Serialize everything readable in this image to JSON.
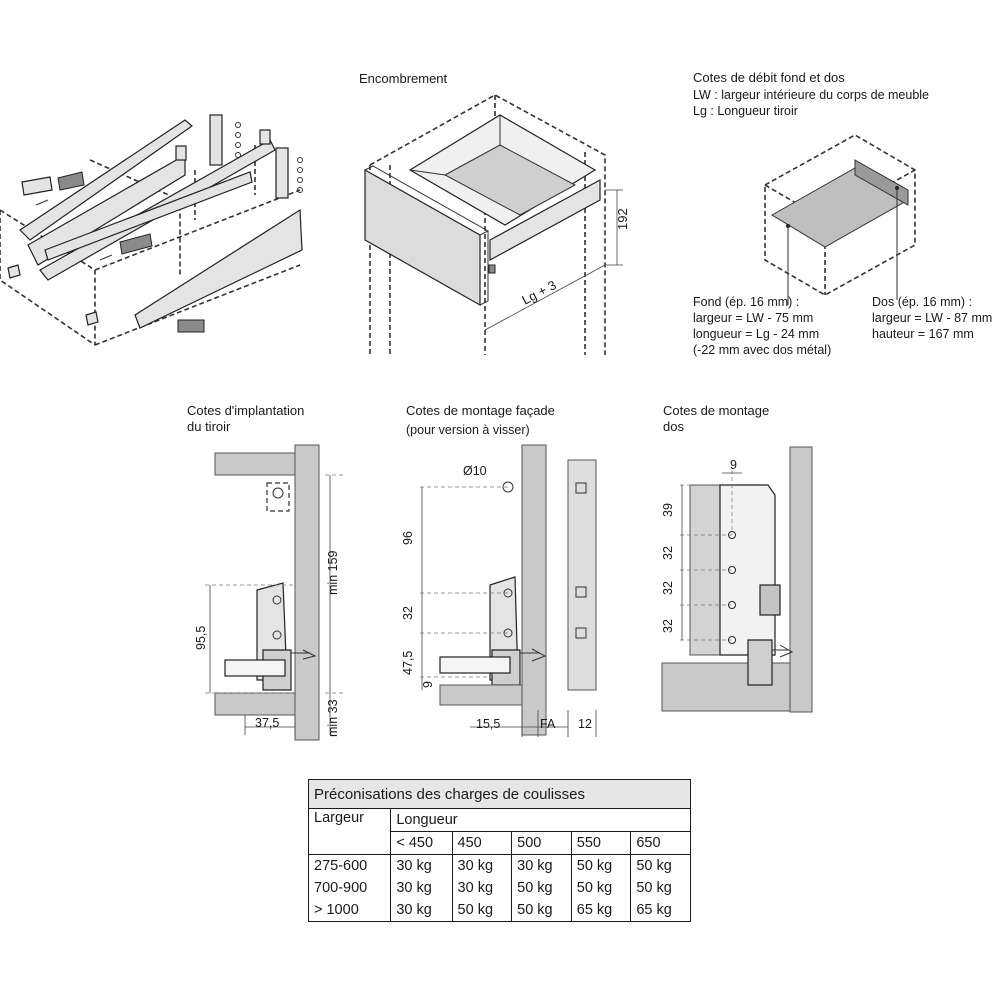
{
  "encombrement": {
    "title": "Encombrement",
    "height_dim": "192",
    "length_dim": "Lg + 3"
  },
  "cotes_debit": {
    "title": "Cotes de débit fond et dos",
    "lw_def": "LW : largeur intérieure du corps de meuble",
    "lg_def": "Lg : Longueur tiroir",
    "fond": [
      "Fond (ép. 16 mm) :",
      "largeur = LW - 75 mm",
      "longueur = Lg - 24 mm",
      "(-22 mm avec dos métal)"
    ],
    "dos": [
      "Dos (ép. 16 mm) :",
      "largeur = LW - 87 mm",
      "hauteur = 167 mm"
    ]
  },
  "implantation": {
    "title_1": "Cotes d'implantation",
    "title_2": "du tiroir",
    "dim_height": "95,5",
    "dim_min159": "min 159",
    "dim_min33": "min 33",
    "dim_width": "37,5"
  },
  "facade": {
    "title": "Cotes de montage façade",
    "subtitle": "(pour version à visser)",
    "dim_hole": "Ø10",
    "dim_96": "96",
    "dim_32": "32",
    "dim_475": "47,5",
    "dim_9": "9",
    "dim_155": "15,5",
    "dim_fa": "FA",
    "dim_12": "12"
  },
  "dos_montage": {
    "title_1": "Cotes de montage",
    "title_2": "dos",
    "dim_top9": "9",
    "dim_39": "39",
    "dim_32a": "32",
    "dim_32b": "32",
    "dim_32c": "32"
  },
  "load_table": {
    "caption": "Préconisations des charges de coulisses",
    "col_largeur": "Largeur",
    "col_longueur": "Longueur",
    "lengths": [
      "< 450",
      "450",
      "500",
      "550",
      "650"
    ],
    "rows": [
      {
        "width": "275-600",
        "loads": [
          "30 kg",
          "30 kg",
          "30 kg",
          "50 kg",
          "50 kg"
        ]
      },
      {
        "width": "700-900",
        "loads": [
          "30 kg",
          "30 kg",
          "50 kg",
          "50 kg",
          "50 kg"
        ]
      },
      {
        "width": "> 1000",
        "loads": [
          "30 kg",
          "50 kg",
          "50 kg",
          "65 kg",
          "65 kg"
        ]
      }
    ]
  }
}
